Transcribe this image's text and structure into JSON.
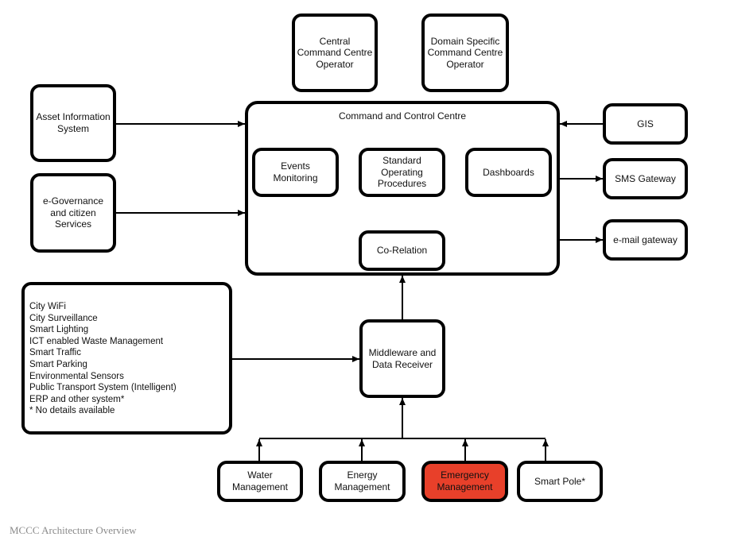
{
  "operators": {
    "central": "Central\nCommand Centre\nOperator",
    "domain": "Domain Specific\nCommand Centre\nOperator"
  },
  "inputs": {
    "asset": "Asset Information\nSystem",
    "egov": "e-Governance\nand citizen\nServices"
  },
  "ccc": {
    "title": "Command and Control Centre",
    "events": "Events\nMonitoring",
    "sop": "Standard\nOperating\nProcedures",
    "dashboards": "Dashboards",
    "correlation": "Co-Relation"
  },
  "outputs": {
    "gis": "GIS",
    "sms": "SMS Gateway",
    "email": "e-mail gateway"
  },
  "systems_list": [
    "City WiFi",
    "City Surveillance",
    "Smart Lighting",
    "ICT enabled Waste Management",
    "Smart Traffic",
    "Smart Parking",
    "Environmental Sensors",
    "Public Transport System (Intelligent)",
    "ERP and other system*",
    "* No details available"
  ],
  "middleware": "Middleware and\nData Receiver",
  "bottom": {
    "water": "Water\nManagement",
    "energy": "Energy\nManagement",
    "emergency": "Emergency\nManagement",
    "smartpole": "Smart Pole*"
  },
  "caption": "MCCC Architecture Overview",
  "colors": {
    "highlight": "#e8402a",
    "stroke": "#000000"
  }
}
